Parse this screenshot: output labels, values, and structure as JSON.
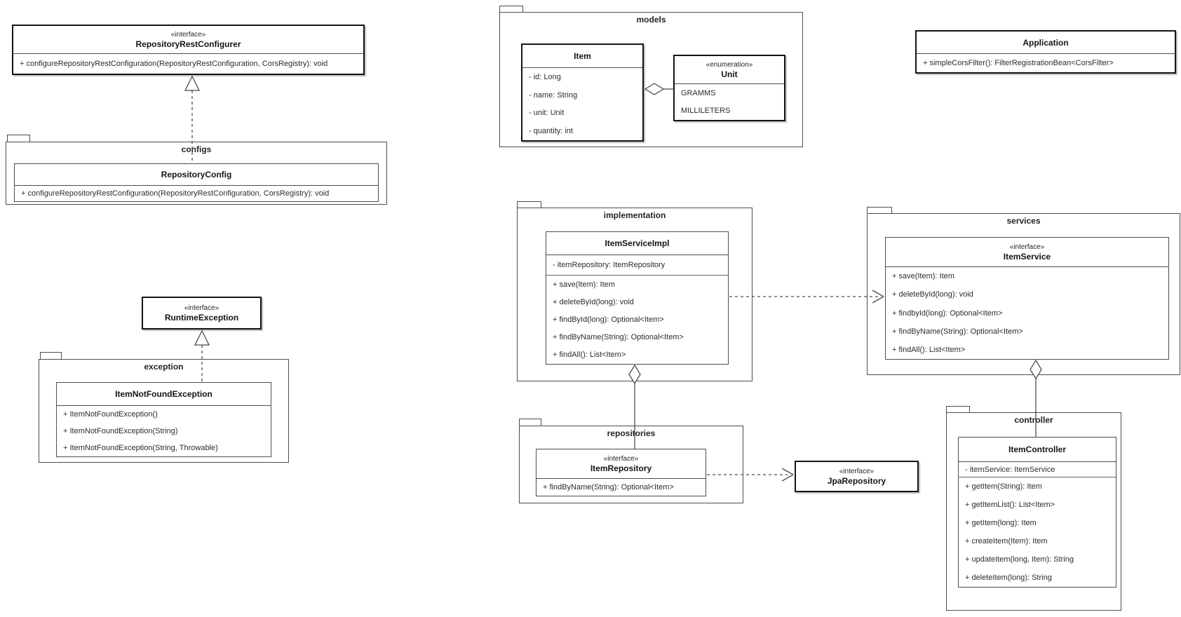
{
  "packages": {
    "configs": {
      "label": "configs"
    },
    "models": {
      "label": "models"
    },
    "exception": {
      "label": "exception"
    },
    "implementation": {
      "label": "implementation"
    },
    "services": {
      "label": "services"
    },
    "repositories": {
      "label": "repositories"
    },
    "controller": {
      "label": "controller"
    }
  },
  "classes": {
    "repositoryRestConfigurer": {
      "stereotype": "«interface»",
      "name": "RepositoryRestConfigurer",
      "methods": [
        "+ configureRepositoryRestConfiguration(RepositoryRestConfiguration, CorsRegistry): void"
      ]
    },
    "repositoryConfig": {
      "name": "RepositoryConfig",
      "methods": [
        "+ configureRepositoryRestConfiguration(RepositoryRestConfiguration, CorsRegistry): void"
      ]
    },
    "runtimeException": {
      "stereotype": "«interface»",
      "name": "RuntimeException"
    },
    "itemNotFoundException": {
      "name": "ItemNotFoundException",
      "methods": [
        "+ ItemNotFoundException()",
        "+ ItemNotFoundException(String)",
        "+ ItemNotFoundException(String, Throwable)"
      ]
    },
    "item": {
      "name": "Item",
      "attributes": [
        "- id: Long",
        "- name: String",
        "- unit: Unit",
        "- quantity: int"
      ]
    },
    "unit": {
      "stereotype": "«enumeration»",
      "name": "Unit",
      "values": [
        "GRAMMS",
        "MILLILETERS"
      ]
    },
    "application": {
      "name": "Application",
      "methods": [
        "+ simpleCorsFilter(): FilterRegistrationBean<CorsFilter>"
      ]
    },
    "itemServiceImpl": {
      "name": "ItemServiceImpl",
      "attributes": [
        "- itemRepository: ItemRepository"
      ],
      "methods": [
        "+ save(Item): Item",
        "+ deleteById(long): void",
        "+ findById(long): Optional<Item>",
        "+ findByName(String): Optional<Item>",
        "+ findAll(): List<Item>"
      ]
    },
    "itemService": {
      "stereotype": "«interface»",
      "name": "ItemService",
      "methods": [
        "+ save(Item): Item",
        "+ deleteById(long): void",
        "+ findbyId(long): Optional<Item>",
        "+ findByName(String): Optional<Item>",
        "+ findAll(): List<Item>"
      ]
    },
    "itemRepository": {
      "stereotype": "«interface»",
      "name": "ItemRepository",
      "methods": [
        "+ findByName(String): Optional<Item>"
      ]
    },
    "jpaRepository": {
      "stereotype": "«interface»",
      "name": "JpaRepository"
    },
    "itemController": {
      "name": "ItemController",
      "attributes": [
        "- itemService: ItemService"
      ],
      "methods": [
        "+ getItem(String): Item",
        "+ getItemList(): List<Item>",
        "+ getItem(long): Item",
        "+ createItem(Item): Item",
        "+ updateItem(long, Item): String",
        "+ deleteItem(long): String"
      ]
    }
  },
  "relationships": [
    {
      "from": "RepositoryConfig",
      "to": "RepositoryRestConfigurer",
      "type": "realization"
    },
    {
      "from": "ItemNotFoundException",
      "to": "RuntimeException",
      "type": "realization"
    },
    {
      "from": "Item",
      "to": "Unit",
      "type": "aggregation"
    },
    {
      "from": "ItemServiceImpl",
      "to": "ItemService",
      "type": "dependency"
    },
    {
      "from": "ItemServiceImpl",
      "to": "ItemRepository",
      "type": "aggregation"
    },
    {
      "from": "ItemRepository",
      "to": "JpaRepository",
      "type": "dependency"
    },
    {
      "from": "ItemService",
      "to": "ItemController",
      "type": "aggregation"
    }
  ],
  "colors": {
    "stroke": "#4d4d4d",
    "bold_stroke": "#141414",
    "background": "#ffffff",
    "text": "#242424"
  }
}
